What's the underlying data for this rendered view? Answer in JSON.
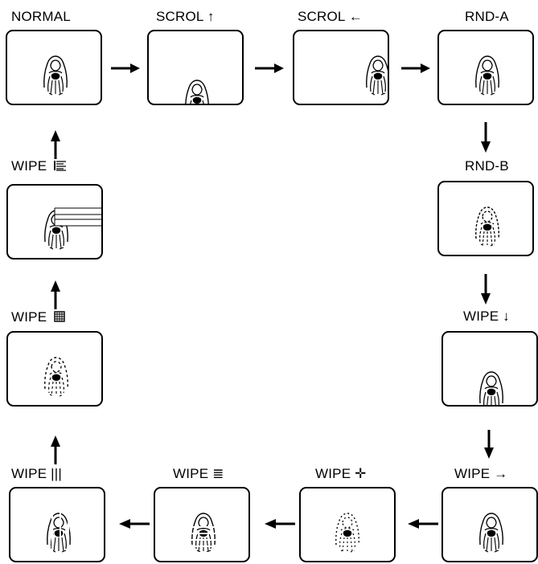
{
  "modes": {
    "normal": "NORMAL",
    "scrol_up": "SCROL ↑",
    "scrol_left": "SCROL ←",
    "rnd_a": "RND-A",
    "rnd_b": "RND-B",
    "wipe_down": "WIPE ↓",
    "wipe_right": "WIPE →",
    "wipe_cross": "WIPE ✛",
    "wipe_hlines": "WIPE ≣",
    "wipe_vlines": "WIPE |||",
    "wipe_grid": "WIPE",
    "wipe_bars": "WIPE"
  },
  "icons": {
    "figure": "woman-figure-icon",
    "arrow": "flow-arrow-icon",
    "grid": "grid-wipe-icon",
    "bars": "bars-wipe-icon"
  }
}
